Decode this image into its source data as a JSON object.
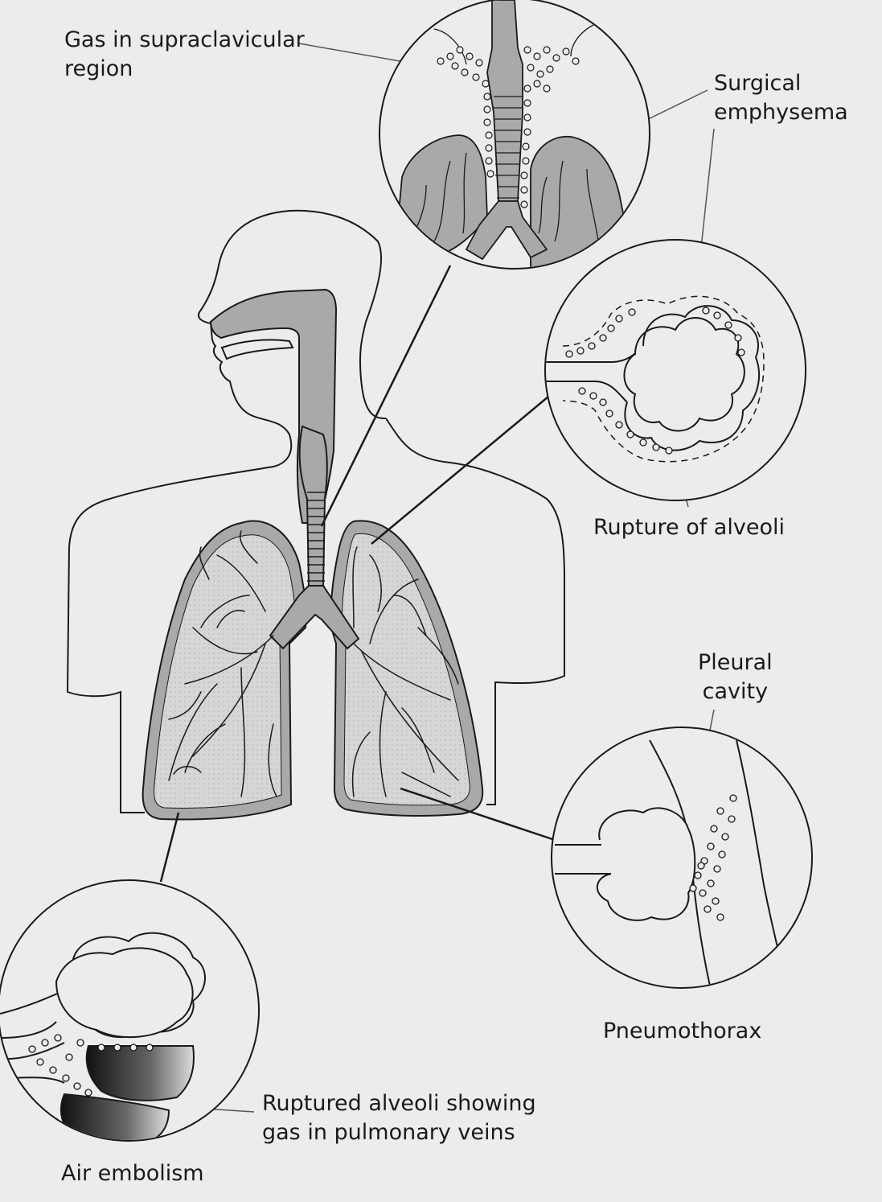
{
  "labels": {
    "supraclavicular": [
      "Gas in supraclavicular",
      "region"
    ],
    "surgical_emphysema": [
      "Surgical",
      "emphysema"
    ],
    "rupture_of_alveoli": "Rupture of alveoli",
    "pleural_cavity": [
      "Pleural",
      "cavity"
    ],
    "pneumothorax": "Pneumothorax",
    "ruptured_alveoli_veins": [
      "Ruptured alveoli showing",
      "gas in pulmonary veins"
    ],
    "air_embolism": "Air embolism"
  },
  "colors": {
    "background": "#ececec",
    "line": "#1a1a1a",
    "airway_fill": "#a9a9a9",
    "lung_fill": "#d6d6d6",
    "vein_dark": "#333333"
  }
}
